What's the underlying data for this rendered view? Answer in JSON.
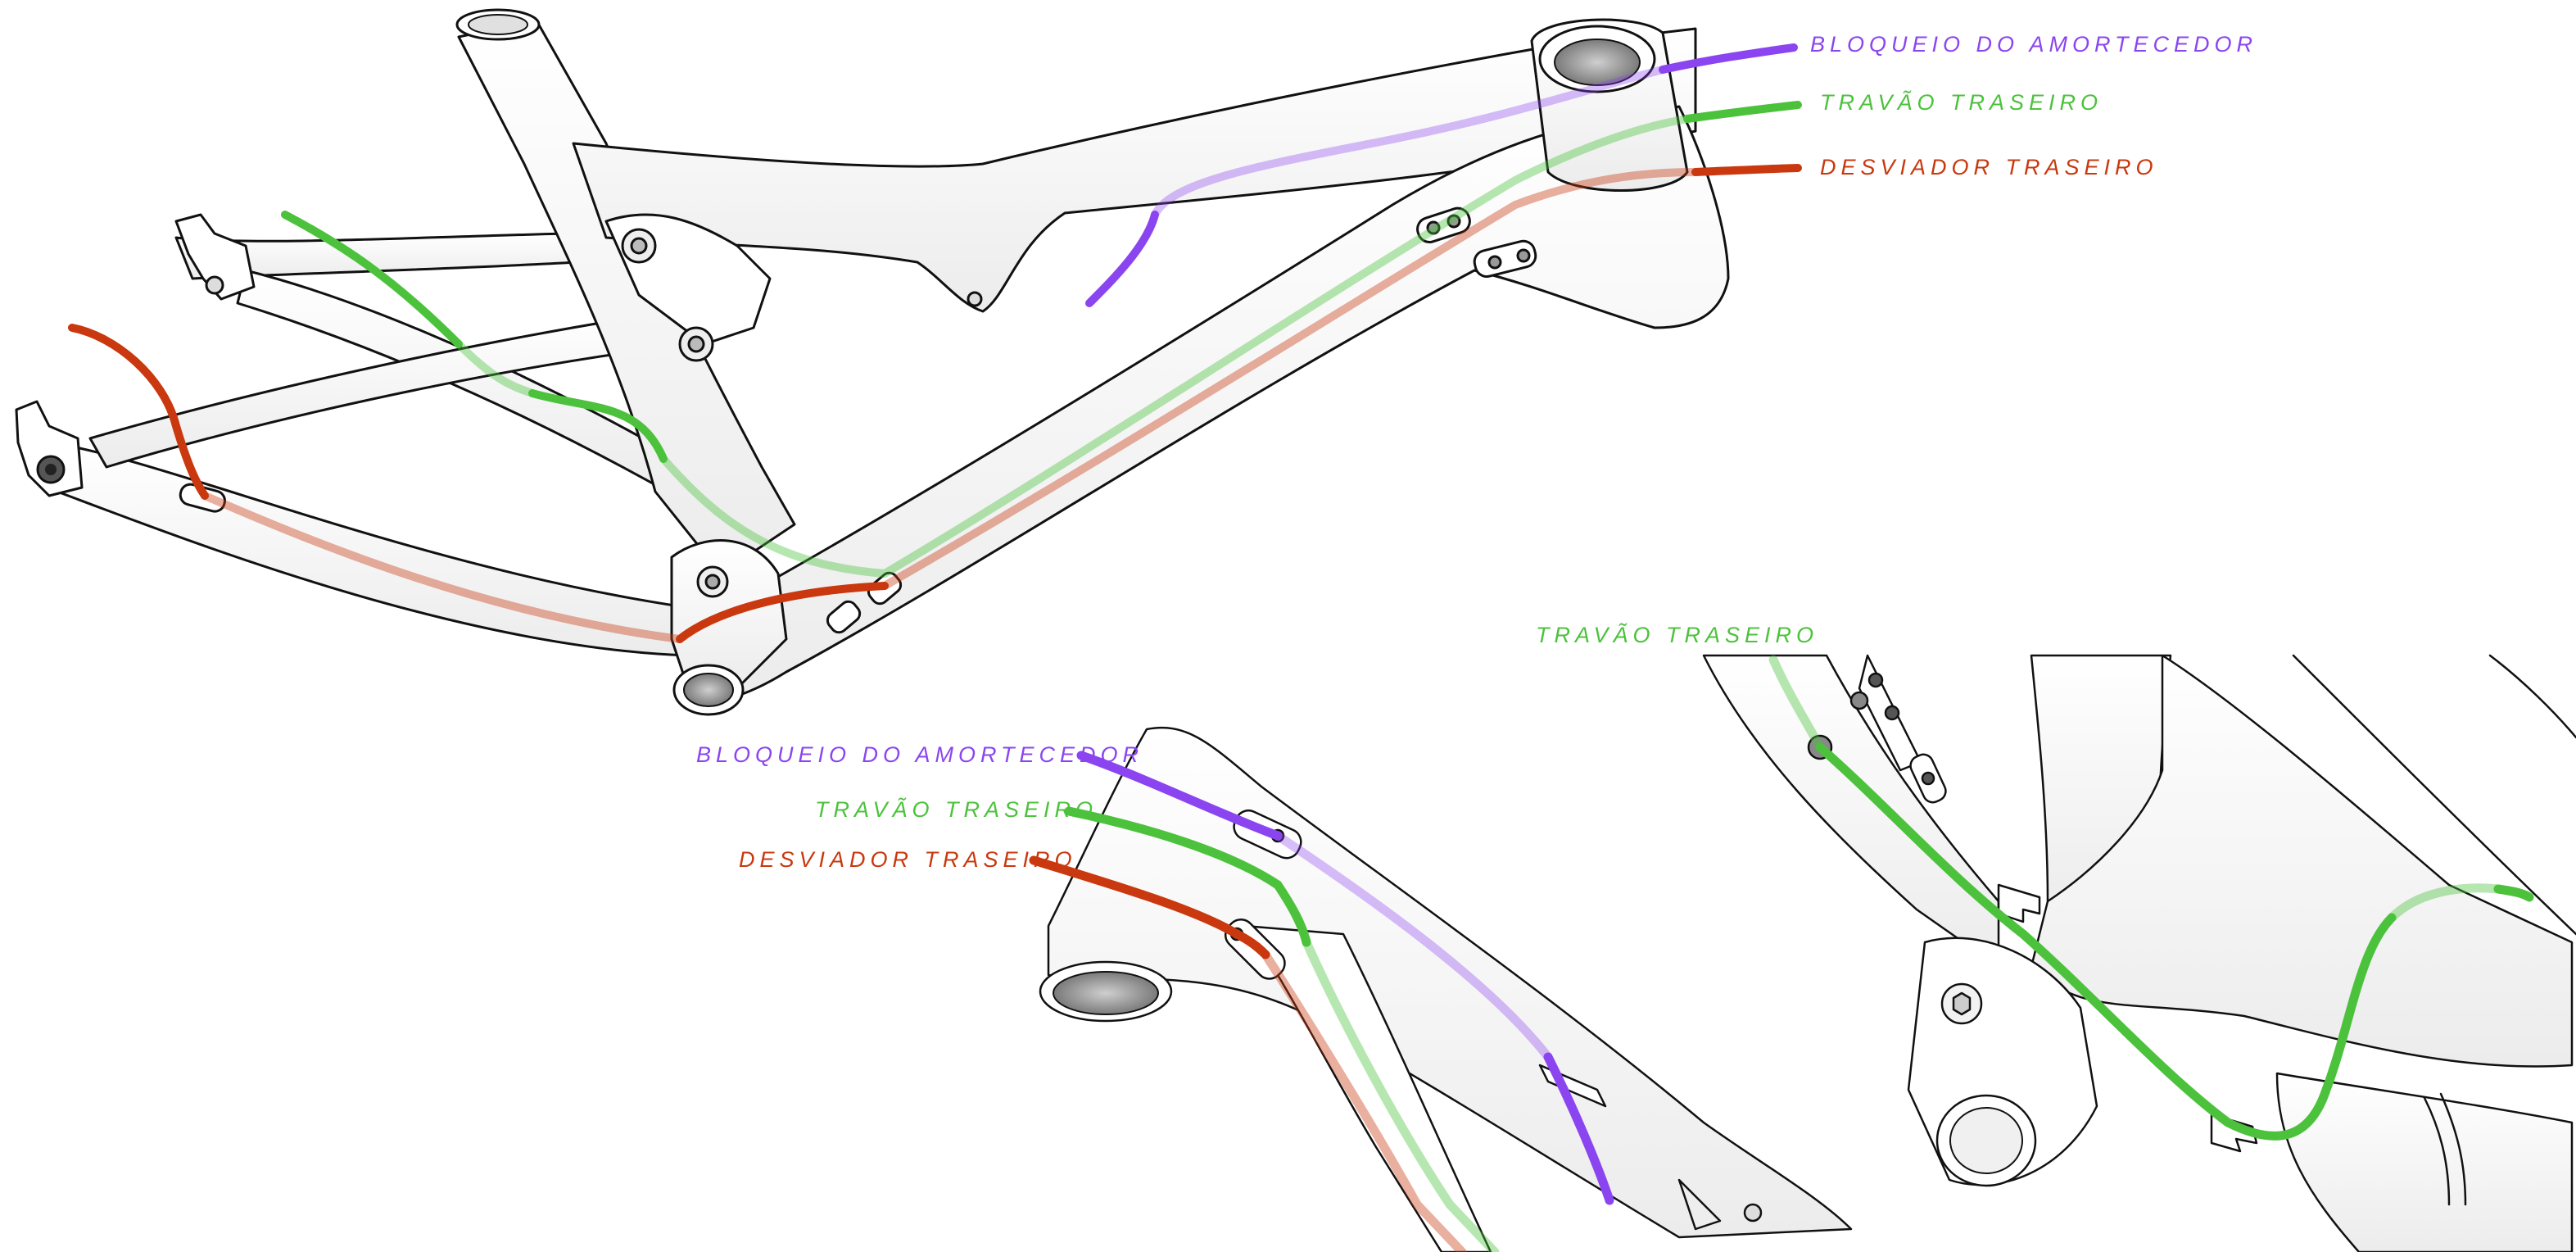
{
  "labels": {
    "main_lockout": "BLOQUEIO DO AMORTECEDOR",
    "main_brake": "TRAVÃO TRASEIRO",
    "main_derailleur": "DESVIADOR TRASEIRO",
    "detail_bb_lockout": "BLOQUEIO DO AMORTECEDOR",
    "detail_bb_brake": "TRAVÃO TRASEIRO",
    "detail_bb_derailleur": "DESVIADOR TRASEIRO",
    "detail_chainstay_brake": "TRAVÃO TRASEIRO"
  },
  "colors": {
    "lockout": "#8B45F0",
    "brake": "#4CC23C",
    "derailleur": "#C9380E",
    "frame_outline": "#111111",
    "frame_fill": "#FFFFFF",
    "frame_shadow": "#E4E4E4"
  }
}
